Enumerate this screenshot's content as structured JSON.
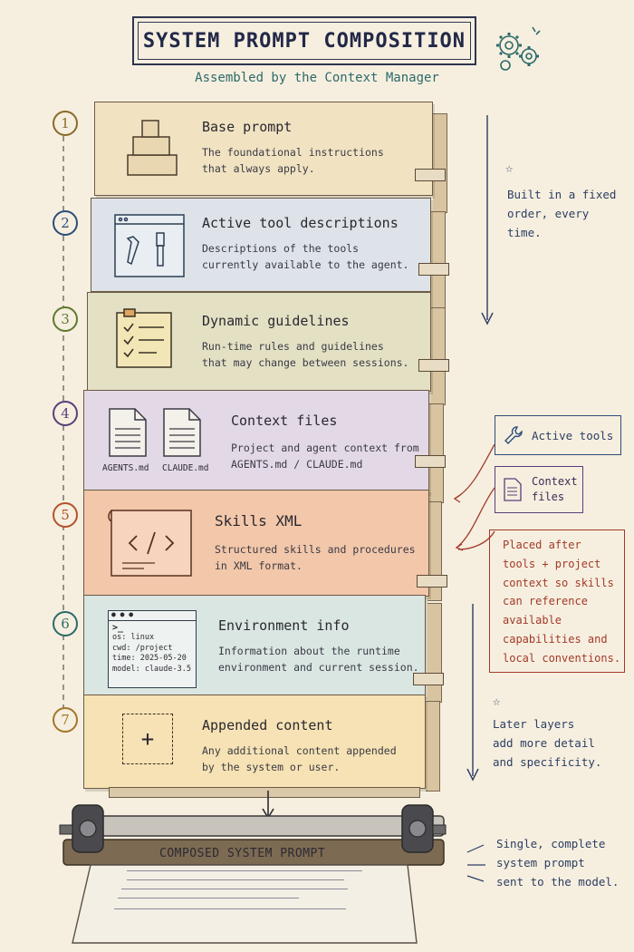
{
  "header": {
    "title": "SYSTEM PROMPT COMPOSITION",
    "subtitle": "Assembled by the Context Manager"
  },
  "layers": [
    {
      "num": "1",
      "title": "Base prompt",
      "desc": [
        "The foundational instructions",
        "that always apply."
      ],
      "color": "#f1e3c2",
      "num_color": "#8a6a2a"
    },
    {
      "num": "2",
      "title": "Active tool descriptions",
      "desc": [
        "Descriptions of the tools",
        "currently available to the agent."
      ],
      "color": "#dde3e8",
      "num_color": "#2c4d7a"
    },
    {
      "num": "3",
      "title": "Dynamic guidelines",
      "desc": [
        "Run-time rules and guidelines",
        "that may change between sessions."
      ],
      "color": "#e3e0c4",
      "num_color": "#5f7a2e"
    },
    {
      "num": "4",
      "title": "Context files",
      "desc": [
        "Project and agent context from",
        "AGENTS.md / CLAUDE.md"
      ],
      "color": "#e3d9e6",
      "num_color": "#5a3f7a",
      "files": [
        "AGENTS.md",
        "CLAUDE.md"
      ]
    },
    {
      "num": "5",
      "title": "Skills XML",
      "desc": [
        "Structured skills and procedures",
        "in XML format."
      ],
      "color": "#f2c7aa",
      "num_color": "#b2532a"
    },
    {
      "num": "6",
      "title": "Environment info",
      "desc": [
        "Information about the runtime",
        "environment and current session."
      ],
      "color": "#d9e6e2",
      "num_color": "#2d6a6a",
      "terminal": {
        "prompt": ">_",
        "lines": [
          "os: linux",
          "cwd: /project",
          "time: 2025-05-20",
          "model: claude-3.5"
        ]
      }
    },
    {
      "num": "7",
      "title": "Appended content",
      "desc": [
        "Any additional content appended",
        "by the system or user."
      ],
      "color": "#f6e2b4",
      "num_color": "#a2762a"
    }
  ],
  "notes": {
    "order": [
      "Built in a fixed",
      "order, every",
      "time."
    ],
    "later": [
      "Later layers",
      "add more detail",
      "and specificity."
    ],
    "single": [
      "Single, complete",
      "system prompt",
      "sent to the model."
    ]
  },
  "callouts": {
    "active_tools": "Active tools",
    "context_files": [
      "Context",
      "files"
    ],
    "placed_after": [
      "Placed after",
      "tools + project",
      "context so skills",
      "can reference",
      "available",
      "capabilities and",
      "local conventions."
    ]
  },
  "output": {
    "label": "COMPOSED SYSTEM PROMPT"
  }
}
